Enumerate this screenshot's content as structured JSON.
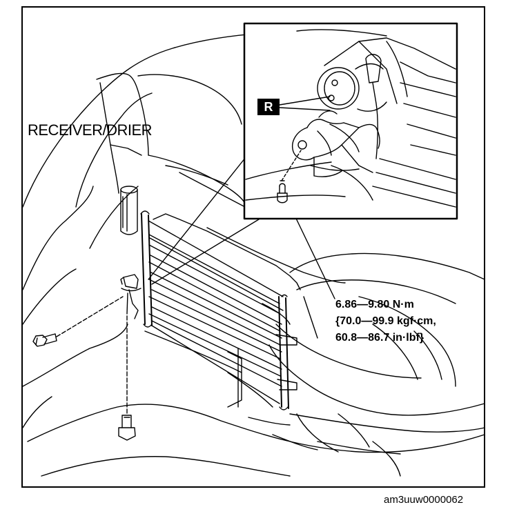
{
  "labels": {
    "component": "RECEIVER/DRIER",
    "replace_marker": "R"
  },
  "torque_spec": {
    "line1": "6.86—9.80 N·m",
    "line2": "{70.0—99.9 kgf·cm,",
    "line3": "60.8—86.7 in·lbf}"
  },
  "figure_id": "am3uuw0000062",
  "colors": {
    "line": "#000000",
    "background": "#ffffff"
  }
}
